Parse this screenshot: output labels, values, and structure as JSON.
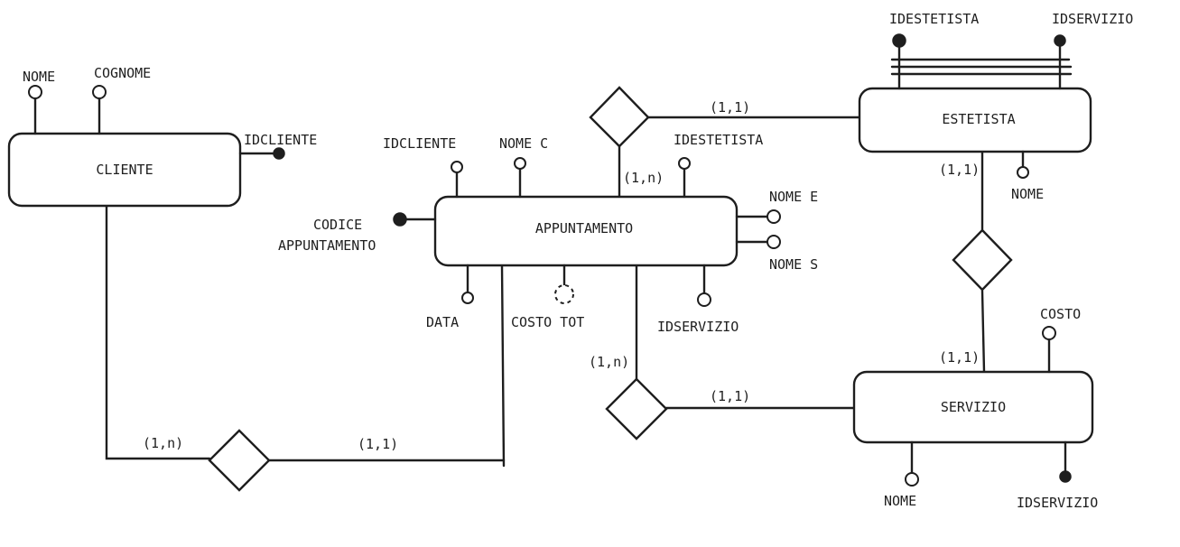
{
  "entities": {
    "cliente": "CLIENTE",
    "appuntamento": "APPUNTAMENTO",
    "estetista": "ESTETISTA",
    "servizio": "SERVIZIO"
  },
  "attributes": {
    "cliente_nome": "NOME",
    "cliente_cognome": "COGNOME",
    "cliente_idcliente": "IDCLIENTE",
    "app_idcliente": "IDCLIENTE",
    "app_nome_c": "NOME C",
    "app_idestetista": "IDESTETISTA",
    "app_nome_e": "NOME E",
    "app_nome_s": "NOME S",
    "app_codice_1": "CODICE",
    "app_codice_2": "APPUNTAMENTO",
    "app_data": "DATA",
    "app_costo_tot": "COSTO TOT",
    "app_idservizio": "IDSERVIZIO",
    "est_idestetista": "IDESTETISTA",
    "est_idservizio": "IDSERVIZIO",
    "est_nome": "NOME",
    "serv_costo": "COSTO",
    "serv_nome": "NOME",
    "serv_idservizio": "IDSERVIZIO"
  },
  "cardinalities": {
    "cliente_rel": "(1,n)",
    "appuntamento_cliente_rel": "(1,1)",
    "appuntamento_estetista_rel": "(1,n)",
    "estetista_appuntamento_rel": "(1,1)",
    "estetista_servizio_rel": "(1,1)",
    "servizio_estetista_rel": "(1,1)",
    "appuntamento_servizio_rel": "(1,n)",
    "servizio_appuntamento_rel": "(1,1)"
  },
  "colors": {
    "ink": "#1e1e1e",
    "background": "#ffffff"
  }
}
